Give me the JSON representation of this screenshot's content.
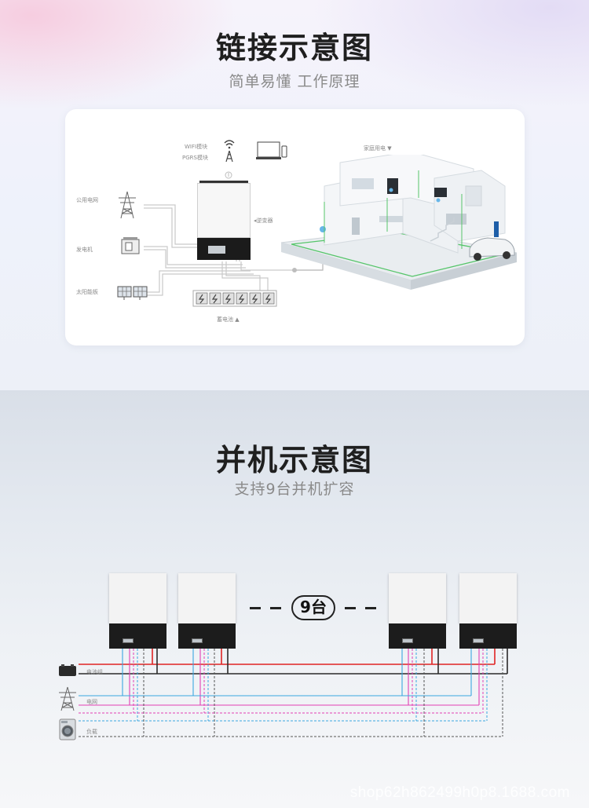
{
  "section1": {
    "title": "链接示意图",
    "subtitle": "简单易懂 工作原理",
    "labels": {
      "wifi": "WIFI模块",
      "gprs": "PGRS模块",
      "grid": "公用电网",
      "generator": "发电机",
      "solar": "太阳能板",
      "inverter": "◂逆变器",
      "battery": "蓄电池 ▲",
      "home": "家庭用电 ▼"
    }
  },
  "section2": {
    "title": "并机示意图",
    "subtitle": "支持9台并机扩容",
    "count_badge": "9台",
    "labels": {
      "battery": "电池组",
      "grid": "电网",
      "load": "负载"
    }
  },
  "watermark": "shop62h862499h0p8.1688.com",
  "colors": {
    "battery_line": "#e02424",
    "grid_line_pink": "#e23fb4",
    "grid_line_blue": "#3aa7e0",
    "load_line": "#2b2b2b",
    "home_line": "#56c56a"
  }
}
